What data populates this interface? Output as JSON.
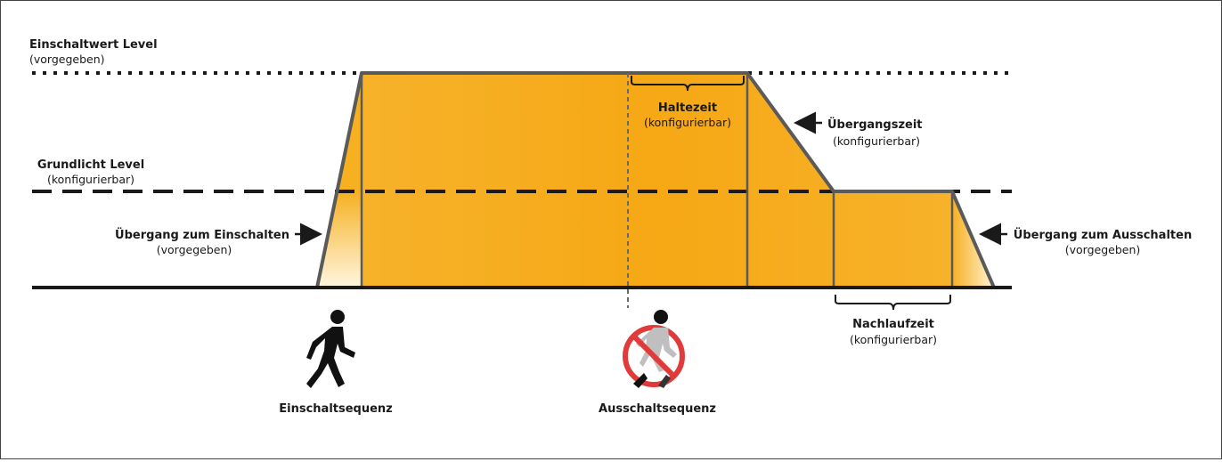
{
  "labels": {
    "einschaltwert_title": "Einschaltwert Level",
    "einschaltwert_sub": "(vorgegeben)",
    "grundlicht_title": "Grundlicht Level",
    "grundlicht_sub": "(konfigurierbar)",
    "uebergang_ein_title": "Übergang zum Einschalten",
    "uebergang_ein_sub": "(vorgegeben)",
    "haltezeit_title": "Haltezeit",
    "haltezeit_sub": "(konfigurierbar)",
    "uebergangszeit_title": "Übergangszeit",
    "uebergangszeit_sub": "(konfigurierbar)",
    "nachlaufzeit_title": "Nachlaufzeit",
    "nachlaufzeit_sub": "(konfigurierbar)",
    "uebergang_aus_title": "Übergang zum Ausschalten",
    "uebergang_aus_sub": "(vorgegeben)",
    "einschaltsequenz": "Einschaltsequenz",
    "ausschaltsequenz": "Ausschaltsequenz"
  },
  "icons": {
    "walking_person": "walking-person-icon",
    "no_person": "no-person-icon"
  },
  "colors": {
    "fill_main": "#f6b020",
    "fill_light": "#fde6b0",
    "outline": "#5a5a5a",
    "prohibit": "#e03a3a"
  }
}
